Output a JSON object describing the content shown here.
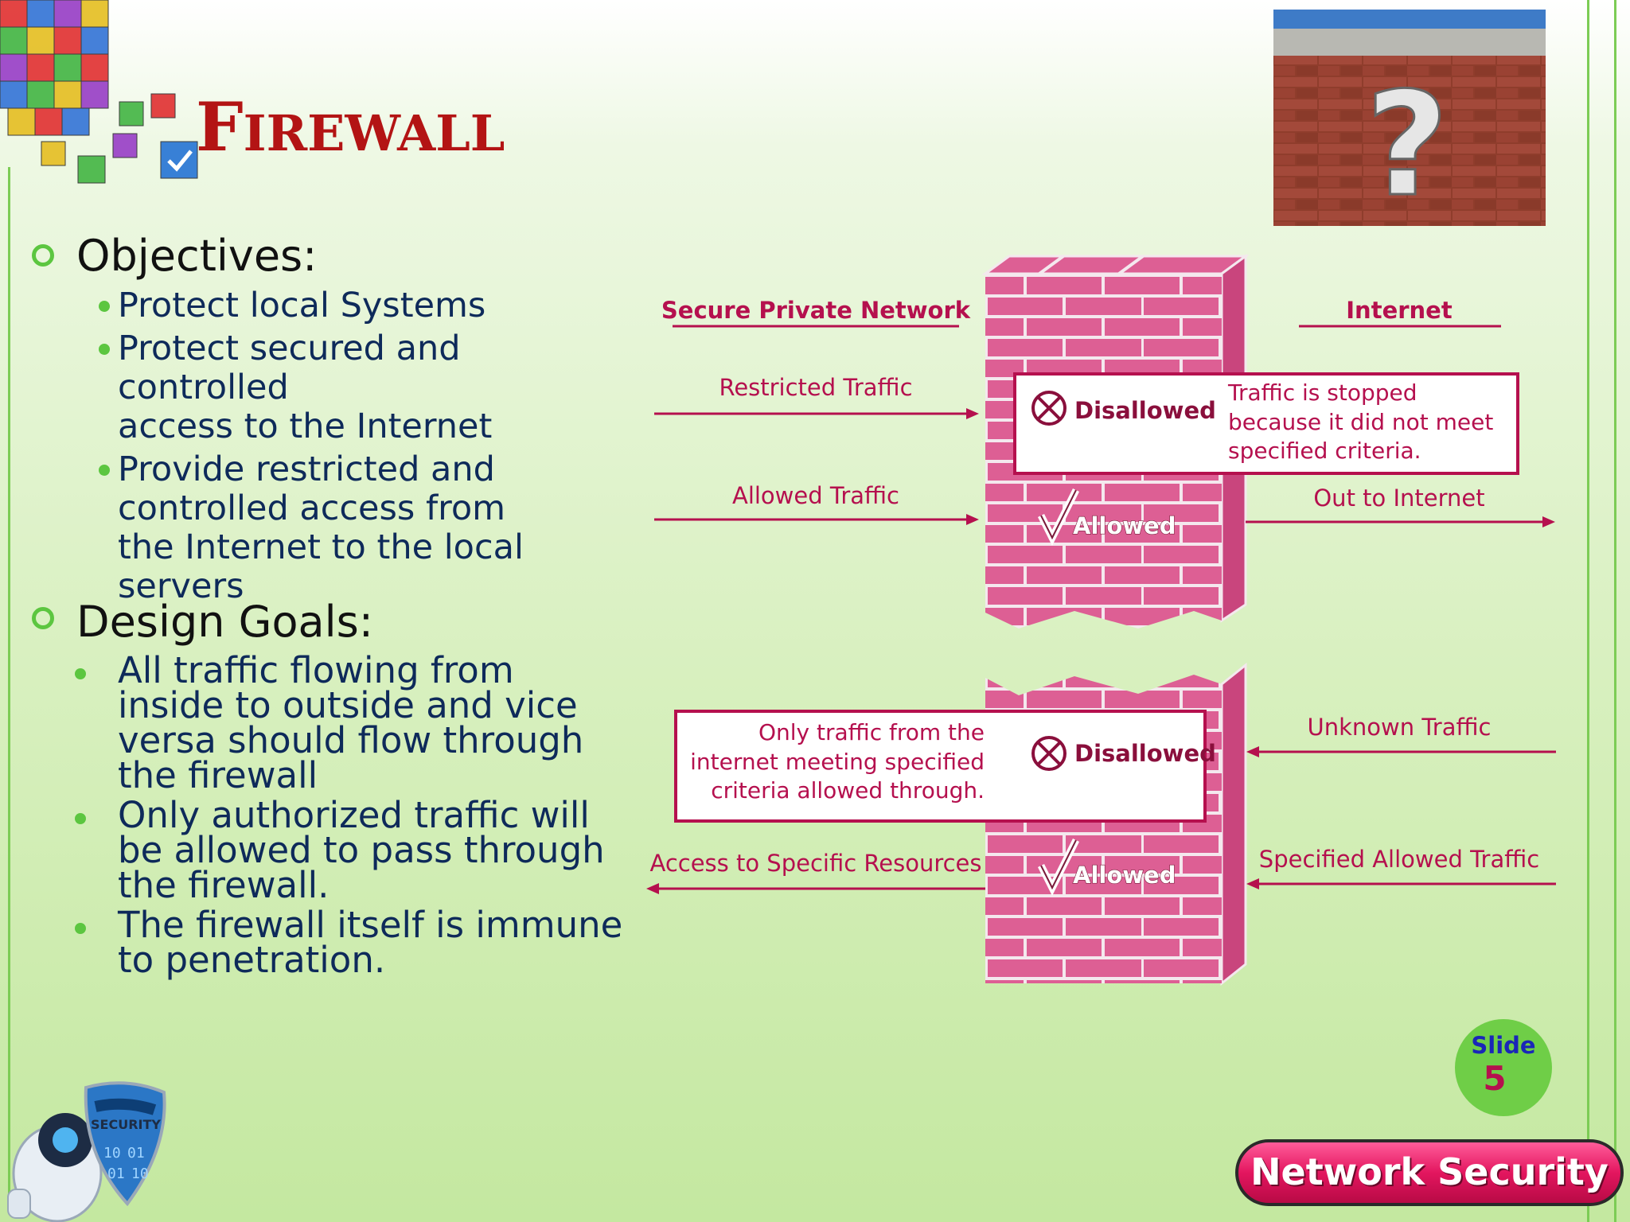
{
  "title": {
    "first": "F",
    "rest": "IREWALL"
  },
  "objectives": {
    "heading": "Objectives:",
    "items": [
      [
        "Protect local Systems"
      ],
      [
        "Protect secured and",
        "controlled",
        "access to the Internet"
      ],
      [
        "Provide restricted and",
        "controlled access from",
        "the  Internet to the local",
        "servers"
      ]
    ]
  },
  "design_goals": {
    "heading": "Design Goals:",
    "items": [
      [
        "All traffic flowing from",
        "inside  to outside and vice",
        "versa  should flow through",
        "the  firewall"
      ],
      [
        "Only authorized traffic will",
        "be  allowed to pass through",
        "the  firewall."
      ],
      [
        "The firewall itself is immune",
        "to  penetration."
      ]
    ]
  },
  "diagram": {
    "left_header": "Secure Private Network",
    "right_header": "Internet",
    "restricted": "Restricted Traffic",
    "disallowed": "Disallowed",
    "top_box": [
      "Traffic is stopped",
      "because it did not meet",
      "specified criteria."
    ],
    "allowed_traffic": "Allowed Traffic",
    "allowed": "Allowed",
    "out_to_internet": "Out to Internet",
    "bottom_box": [
      "Only traffic from the",
      "internet meeting specified",
      "criteria allowed through."
    ],
    "unknown": "Unknown Traffic",
    "access": "Access to Specific Resources",
    "specified": "Specified Allowed Traffic",
    "colors": {
      "wall": "#dd5f94",
      "mortar": "#f4e8ee",
      "line": "#b5104e"
    }
  },
  "slide": {
    "label": "Slide",
    "number": "5"
  },
  "badge": "Network Security",
  "image_lettering": {
    "robot_shield": "SECURITY",
    "question": "?"
  },
  "icons": [
    "color-cubes-icon",
    "brick-wall-question-icon",
    "security-robot-icon",
    "disallowed-icon",
    "checkmark-icon"
  ]
}
